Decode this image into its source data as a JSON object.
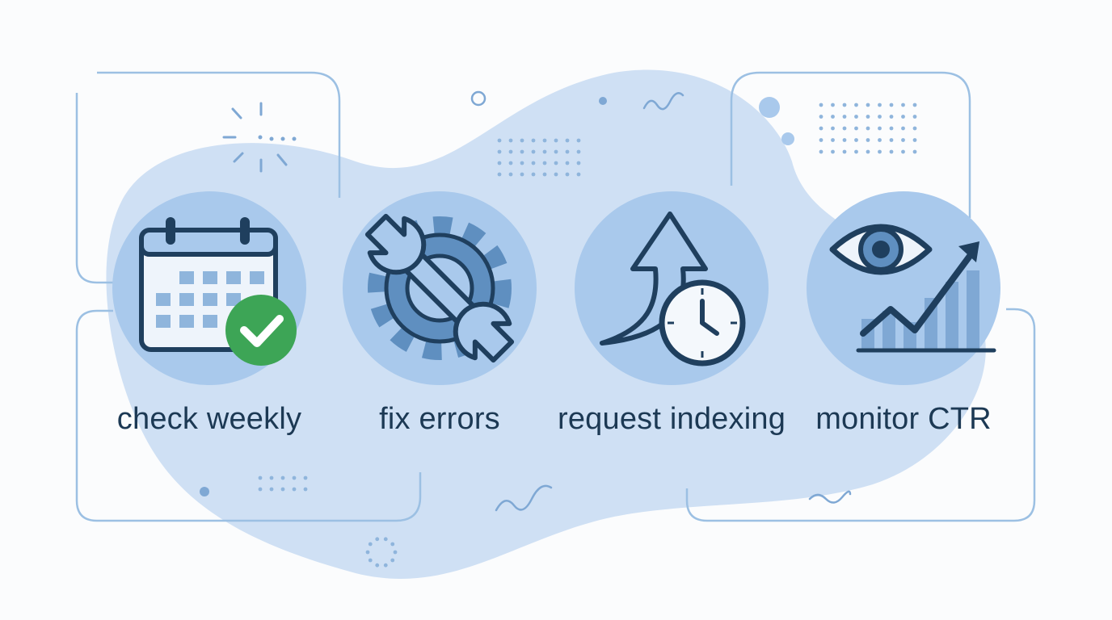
{
  "palette": {
    "blob": "#cfe0f4",
    "circle": "#a9c9ec",
    "frame": "#9cc0e3",
    "icon_dark": "#1f3f5e",
    "icon_mid": "#5f8fc0",
    "check_green": "#3da556",
    "text": "#1c3954"
  },
  "steps": [
    {
      "label": "check weekly",
      "icon": "calendar-check-icon"
    },
    {
      "label": "fix errors",
      "icon": "gear-wrench-icon"
    },
    {
      "label": "request indexing",
      "icon": "arrow-clock-icon"
    },
    {
      "label": "monitor CTR",
      "icon": "eye-chart-icon"
    }
  ]
}
